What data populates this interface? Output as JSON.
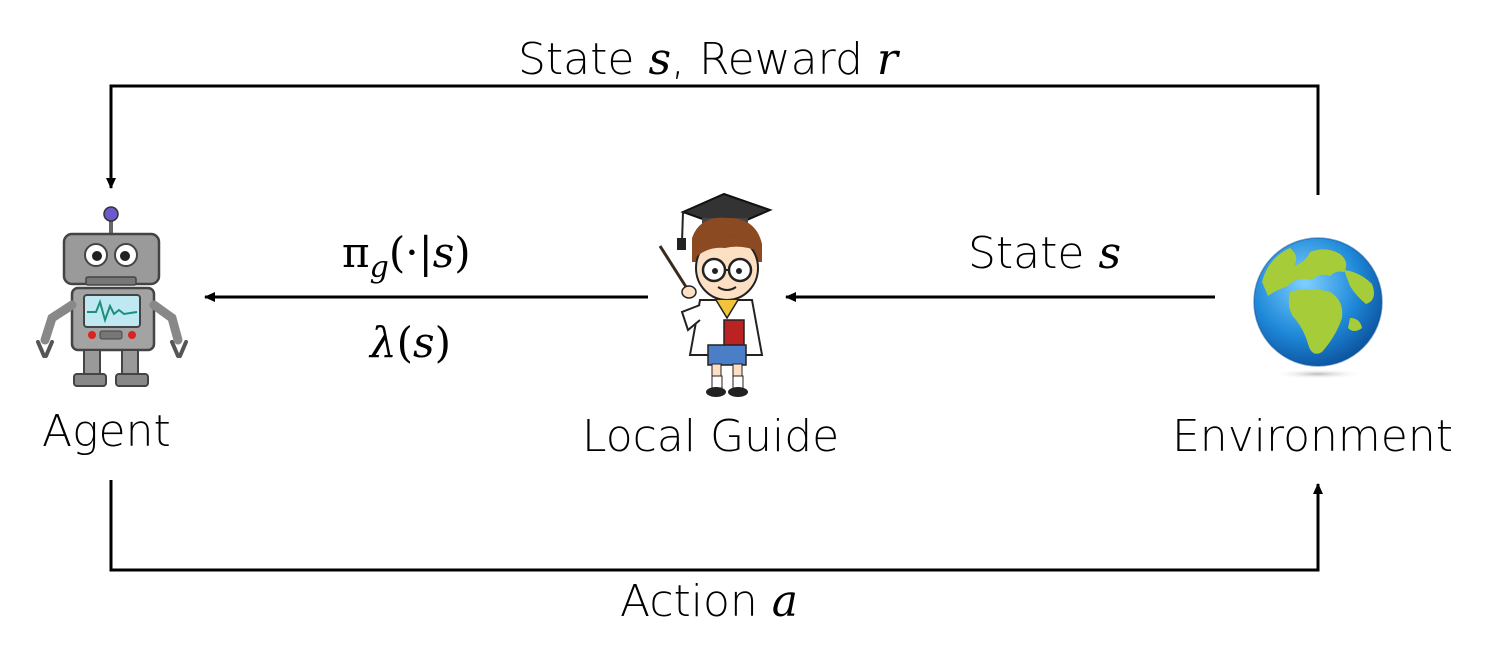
{
  "nodes": {
    "agent": {
      "label": "Agent"
    },
    "guide": {
      "label": "Local Guide"
    },
    "environment": {
      "label": "Environment"
    }
  },
  "edges": {
    "feedback": {
      "text": "State ",
      "var1": "s",
      "sep": ", Reward ",
      "var2": "r"
    },
    "action": {
      "text": "Action ",
      "var": "a"
    },
    "env_to_guide": {
      "text": "State ",
      "var": "s"
    },
    "guide_to_agent": {
      "policy": {
        "pi": "π",
        "sub": "g",
        "open": "(·|",
        "var": "s",
        "close": ")"
      },
      "lambda": {
        "sym": "λ",
        "open": "(",
        "var": "s",
        "close": ")"
      }
    }
  },
  "colors": {
    "line": "#000000",
    "robot_body": "#9a9a9a",
    "robot_screen": "#bfe8f2",
    "globe_ocean": "#1e88d8",
    "globe_land": "#a6cc3a",
    "cap": "#333333"
  },
  "icons": [
    "robot-icon",
    "scholar-icon",
    "globe-icon"
  ]
}
